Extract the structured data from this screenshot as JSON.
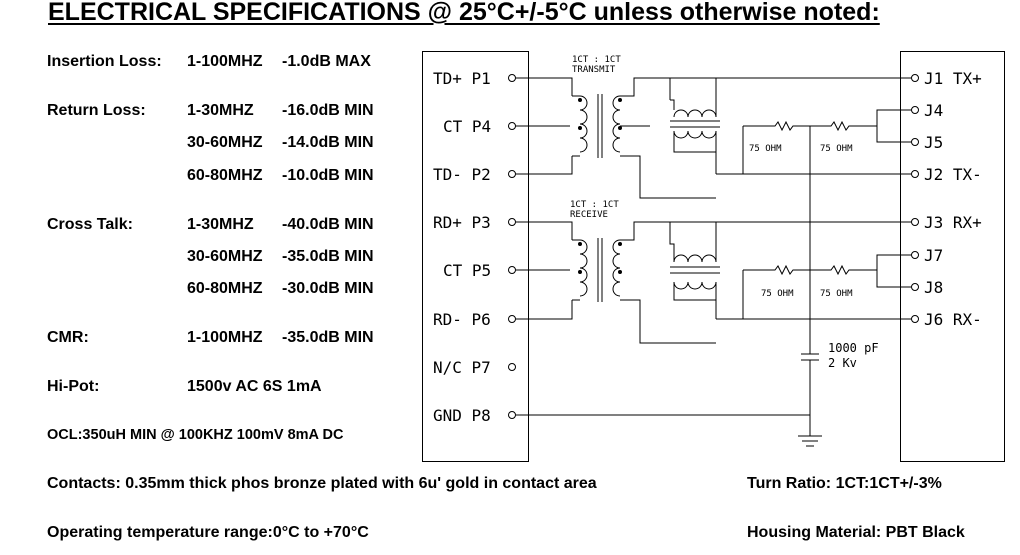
{
  "title": "ELECTRICAL SPECIFICATIONS @ 25°C+/-5°C unless otherwise noted:",
  "specs": {
    "insertion_loss": {
      "label": "Insertion Loss:",
      "rows": [
        {
          "freq": "1-100MHZ",
          "value": "-1.0dB MAX"
        }
      ]
    },
    "return_loss": {
      "label": "Return Loss:",
      "rows": [
        {
          "freq": "1-30MHZ",
          "value": "-16.0dB MIN"
        },
        {
          "freq": "30-60MHZ",
          "value": "-14.0dB MIN"
        },
        {
          "freq": "60-80MHZ",
          "value": "-10.0dB MIN"
        }
      ]
    },
    "cross_talk": {
      "label": "Cross Talk:",
      "rows": [
        {
          "freq": "1-30MHZ",
          "value": "-40.0dB MIN"
        },
        {
          "freq": "30-60MHZ",
          "value": "-35.0dB MIN"
        },
        {
          "freq": "60-80MHZ",
          "value": "-30.0dB MIN"
        }
      ]
    },
    "cmr": {
      "label": "CMR:",
      "rows": [
        {
          "freq": "1-100MHZ",
          "value": "-35.0dB MIN"
        }
      ]
    },
    "hipot": {
      "label": "Hi-Pot:",
      "value": "1500v AC 6S 1mA"
    },
    "ocl": "OCL:350uH MIN @ 100KHZ 100mV 8mA DC",
    "contacts": "Contacts: 0.35mm thick phos bronze plated with 6u' gold in contact area",
    "operating_temp": "Operating temperature range:0°C to +70°C",
    "turn_ratio": "Turn Ratio: 1CT:1CT+/-3%",
    "housing": "Housing Material: PBT Black"
  },
  "schematic": {
    "left_pins": [
      "TD+ P1",
      "CT P4",
      "TD- P2",
      "RD+ P3",
      "CT P5",
      "RD- P6",
      "N/C P7",
      "GND P8"
    ],
    "right_pins": [
      "J1 TX+",
      "J4",
      "J5",
      "J2 TX-",
      "J3 RX+",
      "J7",
      "J8",
      "J6 RX-"
    ],
    "transmit_ratio": "1CT : 1CT",
    "transmit_label": "TRANSMIT",
    "receive_ratio": "1CT : 1CT",
    "receive_label": "RECEIVE",
    "resistor_label": "75 OHM",
    "capacitor_value": "1000 pF",
    "capacitor_voltage": "2 Kv"
  }
}
